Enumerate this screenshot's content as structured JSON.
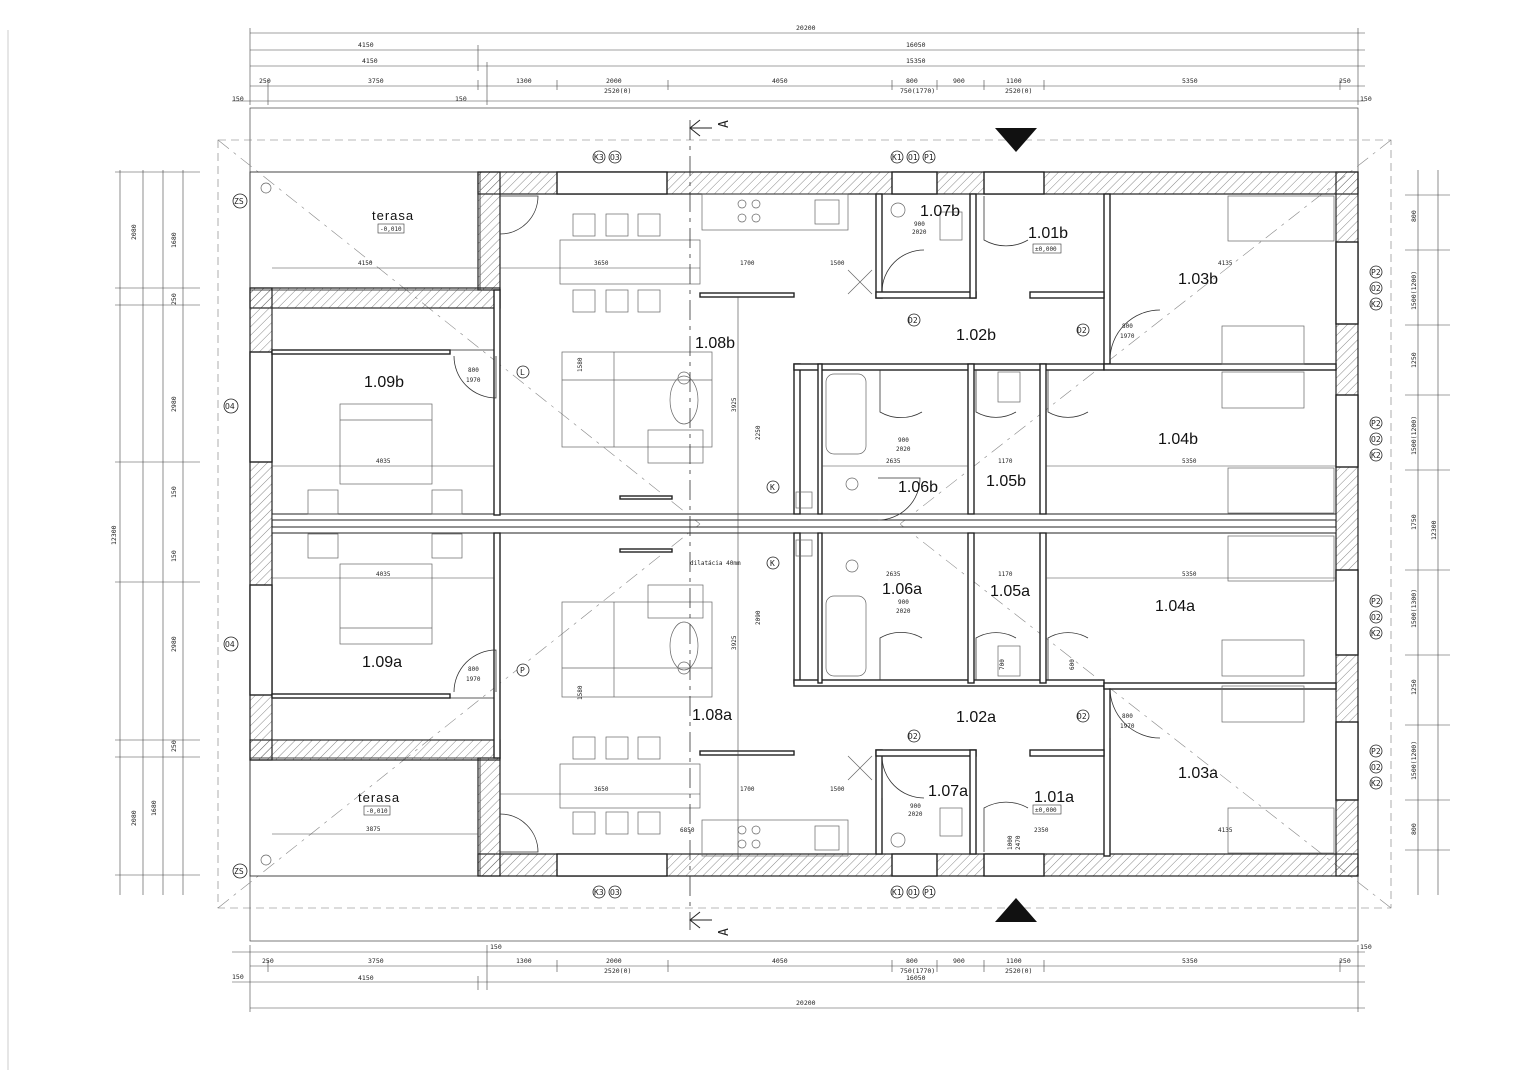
{
  "rooms": {
    "r108b": "1.08b",
    "r109b": "1.09b",
    "r107b": "1.07b",
    "r101b": "1.01b",
    "r103b": "1.03b",
    "r102b": "1.02b",
    "r104b": "1.04b",
    "r106b": "1.06b",
    "r105b": "1.05b",
    "r106a": "1.06a",
    "r105a": "1.05a",
    "r104a": "1.04a",
    "r109a": "1.09a",
    "r108a": "1.08a",
    "r102a": "1.02a",
    "r103a": "1.03a",
    "r107a": "1.07a",
    "r101a": "1.01a"
  },
  "terraces": {
    "top_label": "terasa",
    "top_level": "-0,010",
    "bottom_label": "terasa",
    "bottom_level": "-0,010"
  },
  "levels": {
    "entry_b": "±0,000",
    "entry_a": "±0,000"
  },
  "section": {
    "mark": "A"
  },
  "dims_top": {
    "total": "20200",
    "row2": [
      "4150",
      "16050"
    ],
    "row3": [
      "4150",
      "15350"
    ],
    "row4": [
      "250",
      "3750",
      "1300",
      "2000",
      "4050",
      "800",
      "900",
      "1100",
      "5350",
      "250"
    ],
    "row4_sub": [
      "2520(0)",
      "750(1770)",
      "2520(0)"
    ],
    "edge": [
      "150",
      "150",
      "150"
    ]
  },
  "dims_bottom": {
    "total": "20200",
    "row2": [
      "4150",
      "16050"
    ],
    "row1": [
      "250",
      "3750",
      "1300",
      "2000",
      "4050",
      "800",
      "900",
      "1100",
      "5350",
      "250"
    ],
    "row1_sub": [
      "2520(0)",
      "750(1770)",
      "2520(0)"
    ],
    "edge": [
      "150",
      "150",
      "150"
    ]
  },
  "dims_left": [
    "2080",
    "1680",
    "250",
    "2980",
    "150",
    "150",
    "2980",
    "250",
    "1680",
    "2080",
    "12300"
  ],
  "dims_right": [
    "800",
    "1500(1200)",
    "1250",
    "1500(1200)",
    "1750",
    "1500(1300)",
    "1250",
    "1500(1200)",
    "800",
    "12300"
  ],
  "inner_dims": {
    "terrace_b_w": "4150",
    "terrace_a_w": "3875",
    "living_b_w": "3650",
    "living_a_w": "3650",
    "k_1700_b": "1700",
    "k_1500_b": "1500",
    "k_1700_a": "1700",
    "k_1500_a": "1500",
    "b_4135": "4135",
    "a_4135": "4135",
    "w_5350_b": "5350",
    "w_5350_a": "5350",
    "w_4035_b": "4035",
    "w_4035_a": "4035",
    "w_2635_b": "2635",
    "w_2635_a": "2635",
    "w_1170_b": "1170",
    "w_1170_a": "1170",
    "w_6850": "6850",
    "w_2350": "2350",
    "h_2250": "2250",
    "h_2090": "2090",
    "h_3925_b": "3925",
    "h_3925_a": "3925",
    "h_1580_b": "1580",
    "h_1580_a": "1580"
  },
  "doors": {
    "d800": "800",
    "d1970": "1970",
    "d900": "900",
    "d2020": "2020",
    "d1000": "1000",
    "d2470": "2470",
    "d700": "700",
    "d600": "600"
  },
  "tags": {
    "K3": "K3",
    "O3": "O3",
    "K1": "K1",
    "O1": "O1",
    "P1": "P1",
    "ZS": "ZS",
    "P2": "P2",
    "O2": "O2",
    "K2": "K2",
    "O4": "O4",
    "K": "K",
    "D2": "D2",
    "L": "L",
    "P": "P"
  },
  "annotation": {
    "stair_note": "dilatácia 40mm"
  }
}
